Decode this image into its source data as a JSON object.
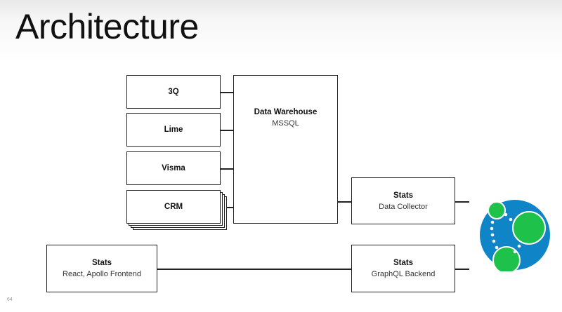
{
  "title": "Architecture",
  "page_number": "64",
  "boxes": {
    "q3": {
      "label": "3Q"
    },
    "lime": {
      "label": "Lime"
    },
    "visma": {
      "label": "Visma"
    },
    "crm": {
      "label": "CRM"
    },
    "warehouse": {
      "label": "Data Warehouse",
      "sub": "MSSQL"
    },
    "collector": {
      "label": "Stats",
      "sub": "Data Collector"
    },
    "backend": {
      "label": "Stats",
      "sub": "GraphQL Backend"
    },
    "frontend": {
      "label": "Stats",
      "sub": "React, Apollo Frontend"
    }
  },
  "logo": {
    "icon": "graph-database-logo-icon",
    "colors": {
      "circle": "#0f84c6",
      "nodes": "#1ec24a",
      "dots": "#ffffff"
    }
  }
}
